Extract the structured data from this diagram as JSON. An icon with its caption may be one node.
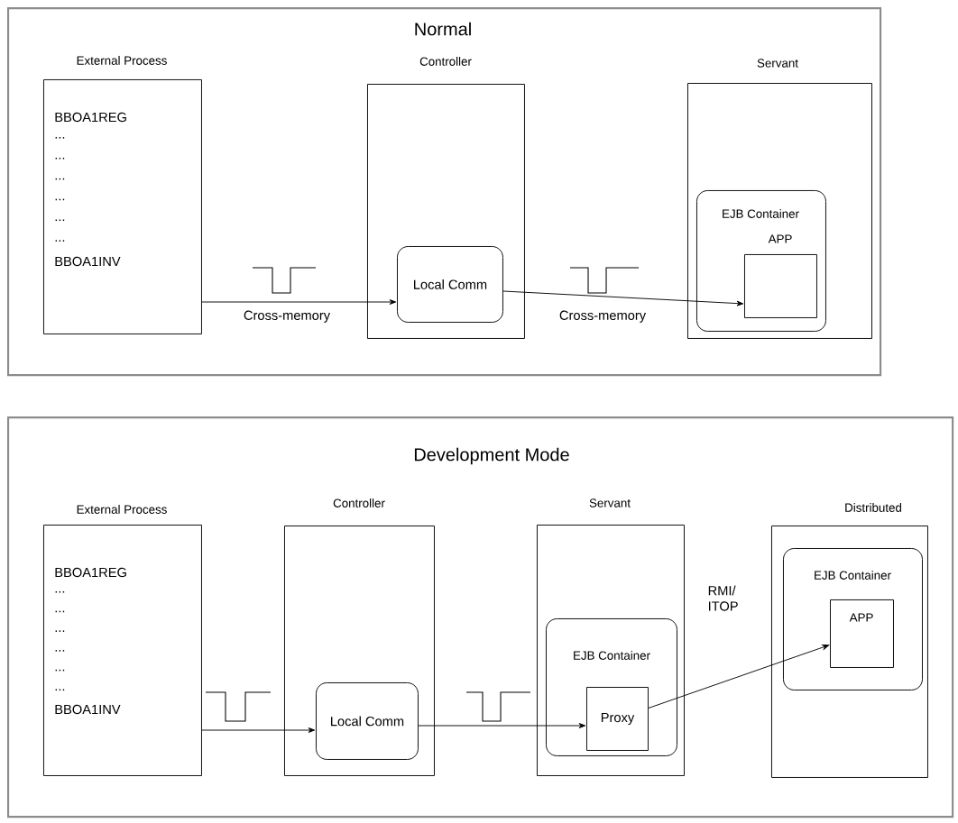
{
  "diagram": {
    "nodes": [
      {
        "text": [
          "Normal"
        ]
      },
      {
        "text": [
          "External Process",
          "BBOA1REG",
          "...",
          "...",
          "...",
          "...",
          "...",
          "...",
          "BBOA1INV"
        ],
        "in": 0
      },
      {
        "text": [
          "Controller"
        ],
        "in": 0
      },
      {
        "text": [
          "Local Comm"
        ],
        "in": 2
      },
      {
        "text": [
          "Servant"
        ],
        "in": 0
      },
      {
        "text": [
          "EJB Container"
        ],
        "in": 4
      },
      {
        "text": [
          "APP"
        ],
        "in": 5
      },
      {
        "text": [
          "Development Mode"
        ]
      },
      {
        "text": [
          "External Process",
          "BBOA1REG",
          "...",
          "...",
          "...",
          "...",
          "...",
          "...",
          "BBOA1INV"
        ],
        "in": 7
      },
      {
        "text": [
          "Controller"
        ],
        "in": 7
      },
      {
        "text": [
          "Local Comm"
        ],
        "in": 9
      },
      {
        "text": [
          "Servant"
        ],
        "in": 7
      },
      {
        "text": [
          "EJB Container"
        ],
        "in": 11
      },
      {
        "text": [
          "Proxy"
        ],
        "in": 12
      },
      {
        "text": [
          "Distributed"
        ],
        "in": 7
      },
      {
        "text": [
          "EJB Container"
        ],
        "in": 14
      },
      {
        "text": [
          "APP"
        ],
        "in": 15
      }
    ],
    "edges": [
      {
        "from": 1,
        "to": 3,
        "arrow": "to",
        "label": "Cross-memory"
      },
      {
        "from": 3,
        "to": 6,
        "arrow": "to",
        "label": "Cross-memory"
      },
      {
        "from": 8,
        "to": 10,
        "arrow": "to"
      },
      {
        "from": 10,
        "to": 13,
        "arrow": "to"
      },
      {
        "from": 13,
        "to": 16,
        "arrow": "to",
        "label": "RMI/ ITOP"
      }
    ]
  }
}
